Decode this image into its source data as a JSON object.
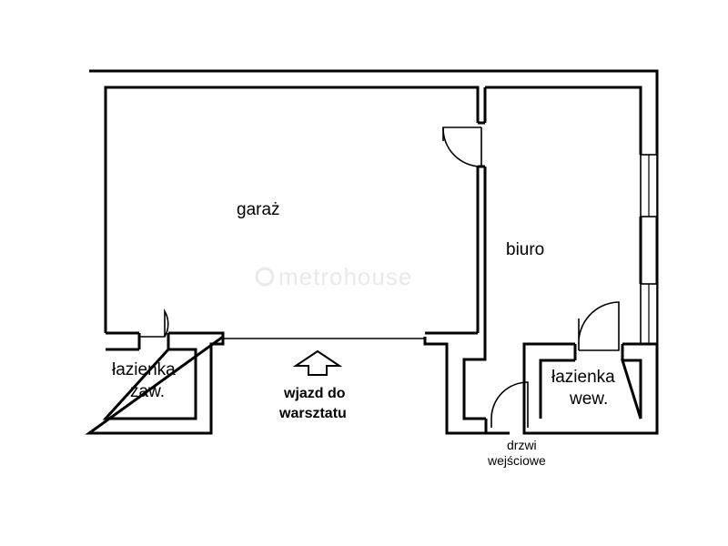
{
  "rooms": {
    "garage": "garaż",
    "office": "biuro",
    "bathroom_external_line1": "łazienka",
    "bathroom_external_line2": "zaw.",
    "bathroom_internal_line1": "łazienka",
    "bathroom_internal_line2": "wew."
  },
  "annotations": {
    "workshop_entry_line1": "wjazd do",
    "workshop_entry_line2": "warsztatu",
    "entrance_door_line1": "drzwi",
    "entrance_door_line2": "wejściowe"
  },
  "watermark": {
    "text": "metrohouse"
  },
  "colors": {
    "wall": "#000000",
    "background": "#ffffff",
    "watermark": "#e9e9e9"
  }
}
